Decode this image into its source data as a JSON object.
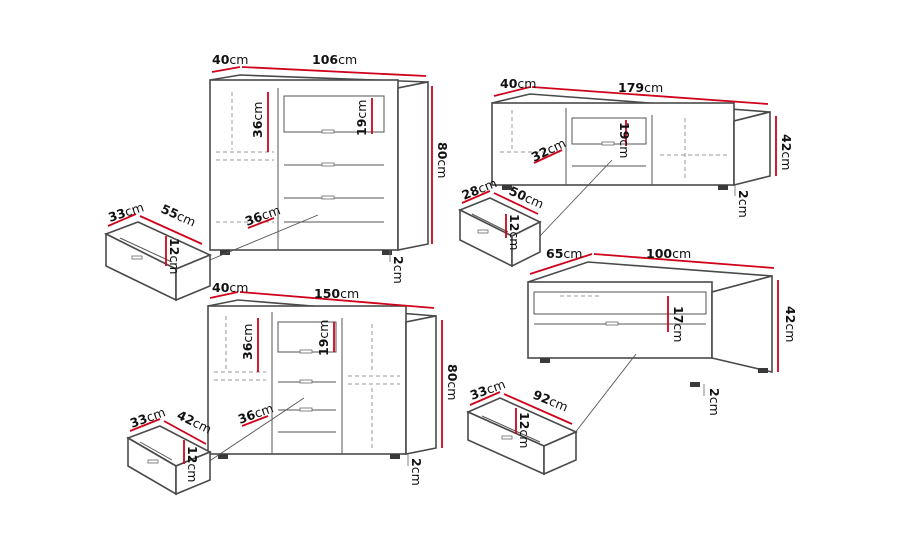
{
  "unit": "cm",
  "furniture": [
    {
      "id": "dresser-106",
      "depth": "40",
      "width": "106",
      "height": "80",
      "shelf_height": "36",
      "shelf_depth": "36",
      "drawer_front": "19",
      "foot": "2",
      "drawer": {
        "depth": "33",
        "width": "55",
        "height": "12"
      }
    },
    {
      "id": "tv-stand-179",
      "depth": "40",
      "width": "179",
      "height": "42",
      "shelf_depth": "32",
      "drawer_front": "19",
      "foot": "2",
      "drawer": {
        "depth": "28",
        "width": "50",
        "height": "12"
      }
    },
    {
      "id": "dresser-150",
      "depth": "40",
      "width": "150",
      "height": "80",
      "shelf_height": "36",
      "shelf_depth": "36",
      "drawer_front": "19",
      "foot": "2",
      "drawer": {
        "depth": "33",
        "width": "42",
        "height": "12"
      }
    },
    {
      "id": "coffee-table-100",
      "depth": "65",
      "width": "100",
      "height": "42",
      "drawer_front": "17",
      "foot": "2",
      "drawer": {
        "depth": "33",
        "width": "92",
        "height": "12"
      }
    }
  ]
}
